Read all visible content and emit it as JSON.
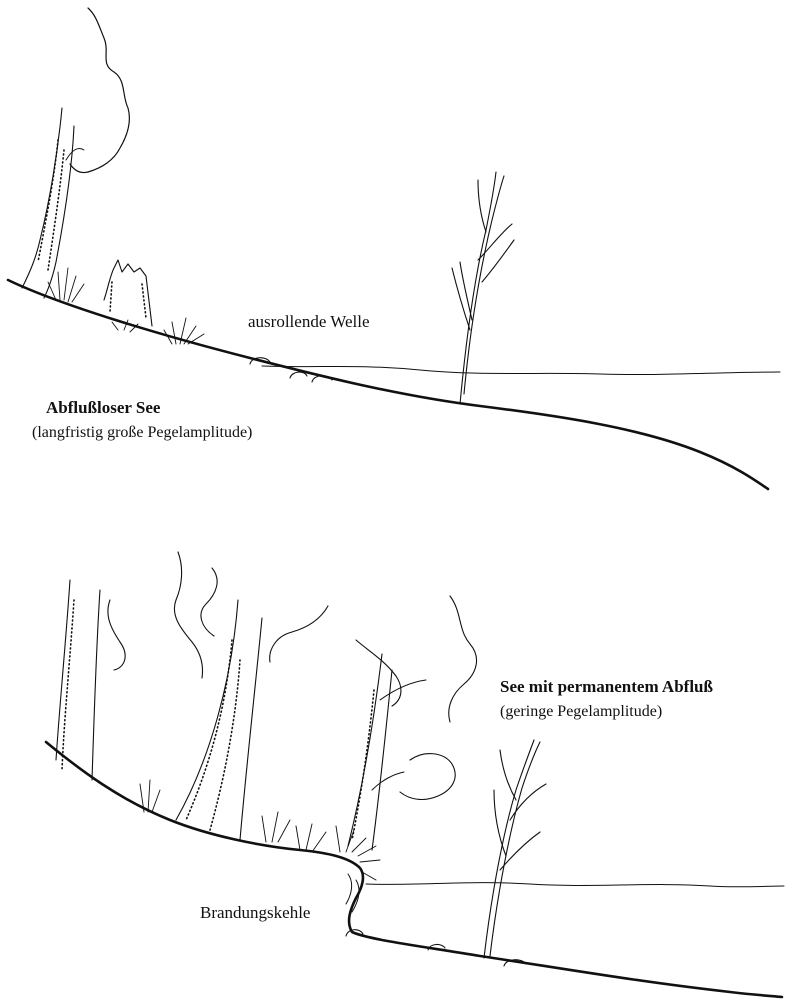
{
  "top_panel": {
    "wave_label": "ausrollende Welle",
    "title": "Abflußloser See",
    "subtitle": "(langfristig große Pegelamplitude)"
  },
  "bottom_panel": {
    "title": "See mit permanentem Abfluß",
    "subtitle": "(geringe Pegelamplitude)",
    "notch_label": "Brandungskehle"
  }
}
